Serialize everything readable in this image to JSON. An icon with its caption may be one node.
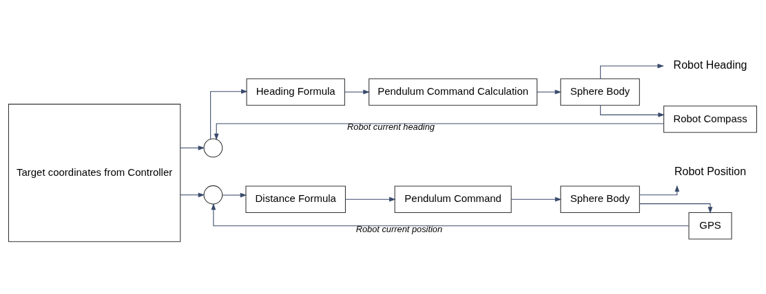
{
  "diagram": {
    "nodes": [
      {
        "text": [
          "Target coordinates from Controller"
        ]
      },
      {
        "text": [],
        "shape": "circle"
      },
      {
        "text": [
          "Heading Formula"
        ]
      },
      {
        "text": [
          "Pendulum Command Calculation"
        ]
      },
      {
        "text": [
          "Sphere Body"
        ]
      },
      {
        "text": [
          "Robot Heading"
        ]
      },
      {
        "text": [
          "Robot Compass"
        ]
      },
      {
        "text": [],
        "shape": "circle"
      },
      {
        "text": [
          "Distance Formula"
        ]
      },
      {
        "text": [
          "Pendulum Command"
        ]
      },
      {
        "text": [
          "Sphere Body"
        ]
      },
      {
        "text": [
          "Robot Position"
        ]
      },
      {
        "text": [
          "GPS"
        ]
      }
    ],
    "edges": [
      {
        "from": 0,
        "to": 1,
        "arrow": "to"
      },
      {
        "from": 1,
        "to": 2,
        "arrow": "to"
      },
      {
        "from": 2,
        "to": 3,
        "arrow": "to"
      },
      {
        "from": 3,
        "to": 4,
        "arrow": "to"
      },
      {
        "from": 4,
        "to": 5,
        "arrow": "to"
      },
      {
        "from": 4,
        "to": 6,
        "arrow": "to"
      },
      {
        "from": 6,
        "to": 1,
        "arrow": "to",
        "label": "Robot current heading"
      },
      {
        "from": 0,
        "to": 7,
        "arrow": "to"
      },
      {
        "from": 7,
        "to": 8,
        "arrow": "to"
      },
      {
        "from": 8,
        "to": 9,
        "arrow": "to"
      },
      {
        "from": 9,
        "to": 10,
        "arrow": "to"
      },
      {
        "from": 10,
        "to": 11,
        "arrow": "to"
      },
      {
        "from": 10,
        "to": 12,
        "arrow": "to"
      },
      {
        "from": 12,
        "to": 7,
        "arrow": "to",
        "label": "Robot current position"
      }
    ]
  }
}
